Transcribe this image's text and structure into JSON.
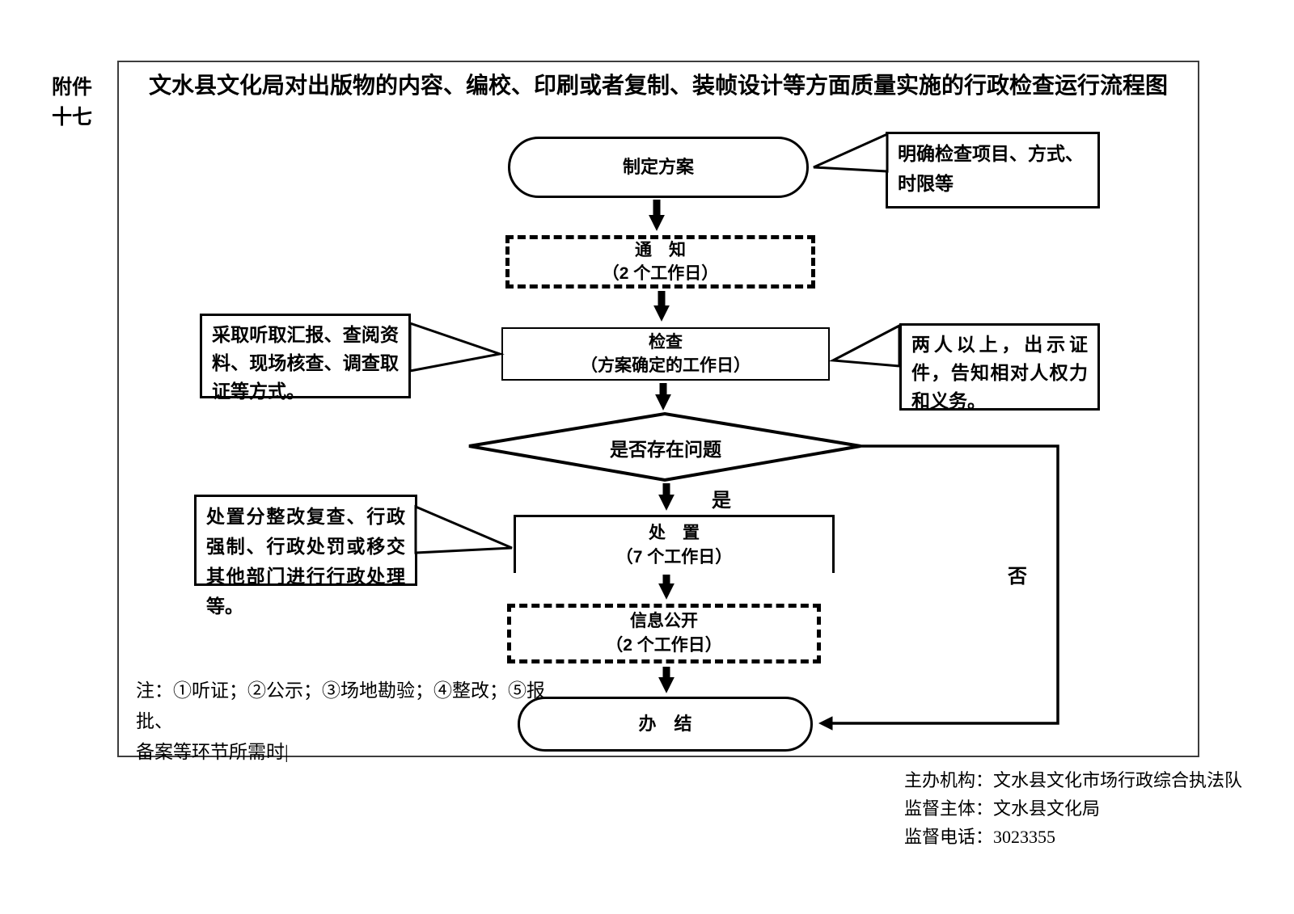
{
  "page": {
    "attachment": {
      "line1": "附件",
      "line2": "十七"
    },
    "title": "文水县文化局对出版物的内容、编校、印刷或者复制、装帧设计等方面质量实施的行政检查运行流程图"
  },
  "flow": {
    "start": "制定方案",
    "notify_l1": "通　知",
    "notify_l2": "（2 个工作日）",
    "inspect_l1": "检查",
    "inspect_l2": "（方案确定的工作日）",
    "decision": "是否存在问题",
    "yes": "是",
    "no": "否",
    "dispose_l1": "处　置",
    "dispose_l2": "（7 个工作日）",
    "info_l1": "信息公开",
    "info_l2": "（2 个工作日）",
    "end": "办　结"
  },
  "callouts": {
    "plan": "明确检查项目、方式、时限等",
    "methods": "采取听取汇报、查阅资料、现场核查、调查取证等方式。",
    "credentials": "两人以上，出示证件，告知相对人权力和义务。",
    "dispose": "处置分整改复查、行政强制、行政处罚或移交其他部门进行行政处理等。"
  },
  "note": {
    "line1": "注：①听证；②公示；③场地勘验；④整改；⑤报批、",
    "line2": "备案等环节所需时|"
  },
  "footer": {
    "line1": "主办机构：文水县文化市场行政综合执法队",
    "line2": "监督主体：文水县文化局",
    "line3": "监督电话：3023355"
  },
  "colors": {
    "ink": "#000000",
    "frame": "#3d3d3d",
    "background": "#ffffff"
  }
}
